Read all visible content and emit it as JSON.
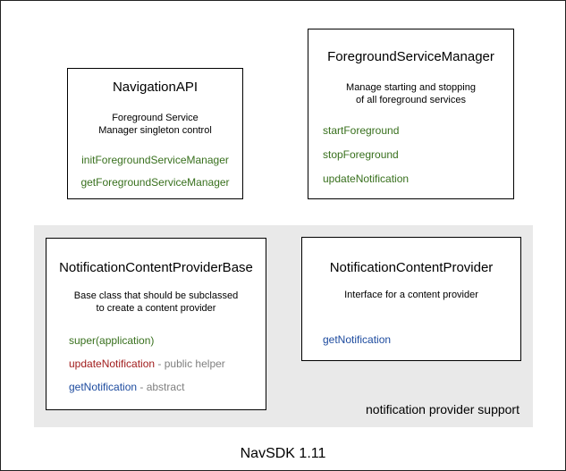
{
  "boxes": {
    "navigation_api": {
      "title": "NavigationAPI",
      "description": [
        "Foreground Service",
        "Manager singleton control"
      ],
      "methods": [
        "initForegroundServiceManager",
        "getForegroundServiceManager"
      ]
    },
    "foreground_service_manager": {
      "title": "ForegroundServiceManager",
      "description": [
        "Manage starting and stopping",
        "of all foreground services"
      ],
      "methods": [
        "startForeground",
        "stopForeground",
        "updateNotification"
      ]
    },
    "notification_content_provider_base": {
      "title": "NotificationContentProviderBase",
      "description": [
        "Base class that should be subclassed",
        "to create a content provider"
      ],
      "methods": [
        {
          "label": "super(application)",
          "suffix": ""
        },
        {
          "label": "updateNotification",
          "suffix": " - public helper"
        },
        {
          "label": "getNotification",
          "suffix": " - abstract"
        }
      ]
    },
    "notification_content_provider": {
      "title": "NotificationContentProvider",
      "description": [
        "Interface for a content provider"
      ],
      "methods": [
        {
          "label": "getNotification",
          "suffix": ""
        }
      ]
    }
  },
  "group": {
    "label": "notification provider support"
  },
  "footer": {
    "label": "NavSDK 1.11"
  },
  "colors": {
    "method_green": "#38701d",
    "method_red": "#a11d1d",
    "method_blue": "#1c4a9e",
    "suffix_gray": "#7f7f7f",
    "group_bg": "#e9e9e9",
    "box_border": "#000000",
    "frame_border": "#222222",
    "text": "#000000"
  }
}
